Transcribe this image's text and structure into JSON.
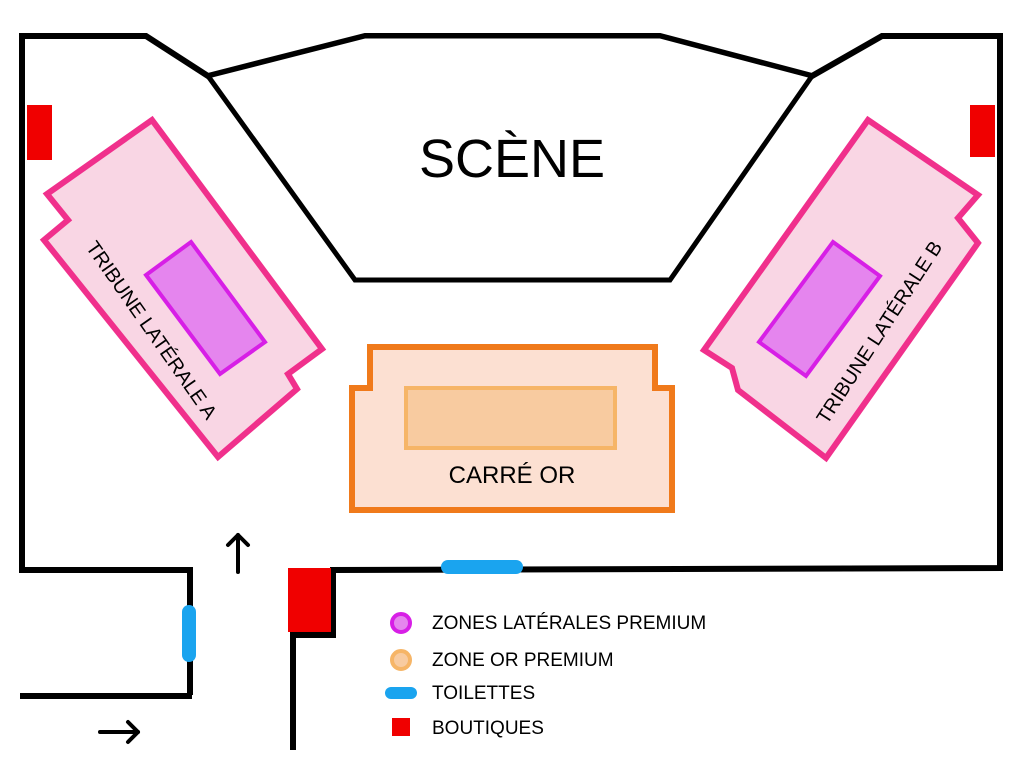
{
  "map": {
    "stage_label": "SCÈNE",
    "tribune_a_label": "TRIBUNE LATÉRALE A",
    "tribune_b_label": "TRIBUNE LATÉRALE B",
    "carre_or_label": "CARRÉ OR"
  },
  "legend": {
    "items": [
      {
        "label": "ZONES LATÉRALES PREMIUM",
        "icon": "purple-circle-icon"
      },
      {
        "label": "ZONE OR PREMIUM",
        "icon": "orange-circle-icon"
      },
      {
        "label": "TOILETTES",
        "icon": "blue-pill-icon"
      },
      {
        "label": "BOUTIQUES",
        "icon": "red-square-icon"
      }
    ]
  },
  "colors": {
    "walls": "#000000",
    "tribune_border": "#f0308c",
    "tribune_fill": "#f9d6e4",
    "premium_lateral_fill": "#e585ee",
    "premium_lateral_border": "#d71fe6",
    "carre_border": "#f07a1b",
    "carre_fill": "#fce0d2",
    "premium_or_fill": "#f8cba0",
    "premium_or_border": "#f6b567",
    "toilettes": "#1aa4ef",
    "boutiques": "#f00000"
  }
}
